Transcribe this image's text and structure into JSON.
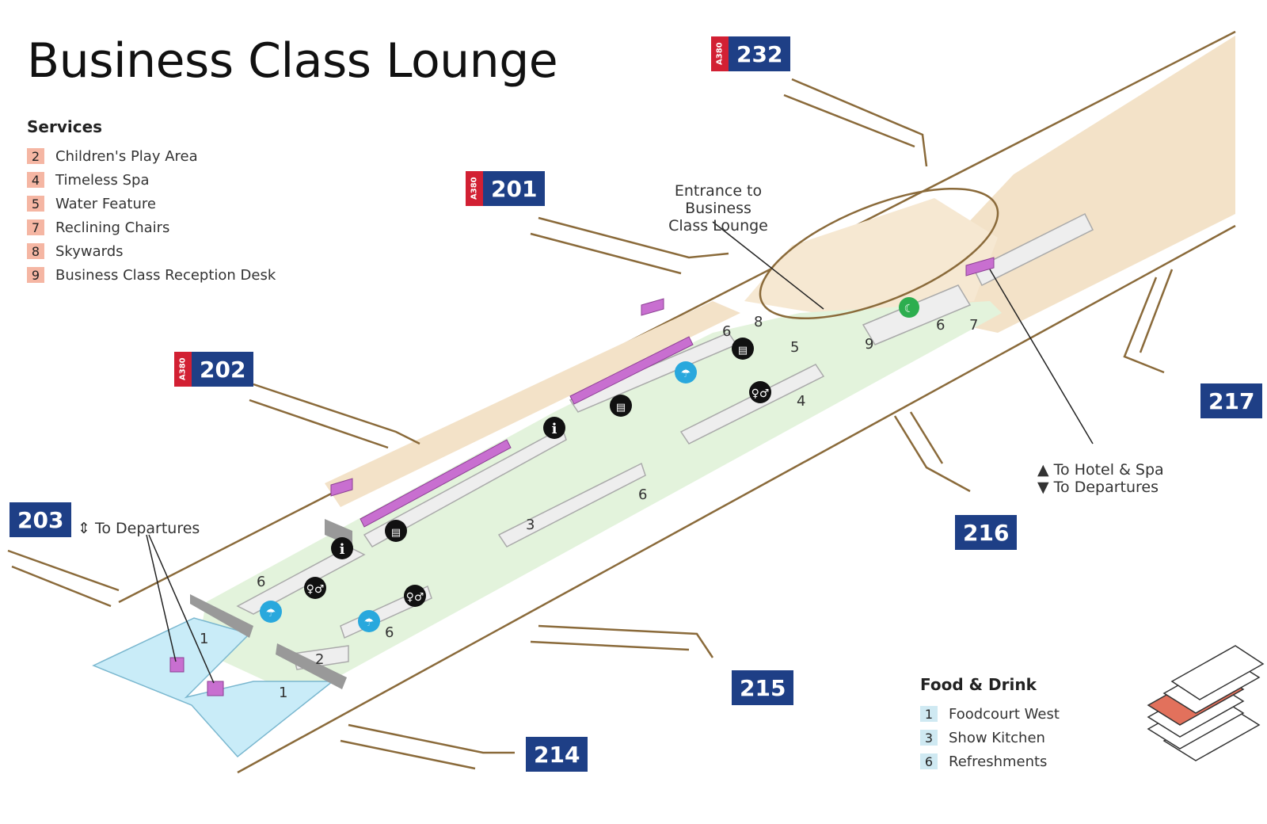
{
  "title": "Business Class Lounge",
  "services": {
    "heading": "Services",
    "items": [
      {
        "num": "2",
        "label": "Children's Play Area"
      },
      {
        "num": "4",
        "label": "Timeless Spa"
      },
      {
        "num": "5",
        "label": "Water Feature"
      },
      {
        "num": "7",
        "label": "Reclining Chairs"
      },
      {
        "num": "8",
        "label": "Skywards"
      },
      {
        "num": "9",
        "label": "Business Class Reception Desk"
      }
    ],
    "color": "#f5b6a3"
  },
  "food_drink": {
    "heading": "Food & Drink",
    "items": [
      {
        "num": "1",
        "label": "Foodcourt West"
      },
      {
        "num": "3",
        "label": "Show Kitchen"
      },
      {
        "num": "6",
        "label": "Refreshments"
      }
    ],
    "color": "#cfe9f2"
  },
  "gates": {
    "g232": {
      "tag": "A380",
      "no": "232"
    },
    "g201": {
      "tag": "A380",
      "no": "201"
    },
    "g202": {
      "tag": "A380",
      "no": "202"
    },
    "g203": {
      "no": "203"
    },
    "g217": {
      "no": "217"
    },
    "g216": {
      "no": "216"
    },
    "g215": {
      "no": "215"
    },
    "g214": {
      "no": "214"
    }
  },
  "labels": {
    "entrance_line1": "Entrance to Business",
    "entrance_line2": "Class Lounge",
    "hotel": "To Hotel & Spa",
    "departures_right": "To Departures",
    "departures_left": "To Departures"
  },
  "map_numbers": [
    "1",
    "1",
    "2",
    "3",
    "4",
    "5",
    "6",
    "6",
    "6",
    "6",
    "6",
    "7",
    "8",
    "9"
  ],
  "colors": {
    "lounge_green": "#e3f3dc",
    "terminal_tan": "#f3e2c8",
    "foodcourt_blue": "#c9ecf8",
    "gate_blue": "#1e3f86",
    "a380_red": "#d22033",
    "outline_brown": "#8a6a3a",
    "highlight_purple": "#c86fd0"
  },
  "icons": [
    "info-icon",
    "restroom-icon",
    "shower-icon",
    "dining-icon",
    "prayer-icon",
    "lift-icon"
  ]
}
